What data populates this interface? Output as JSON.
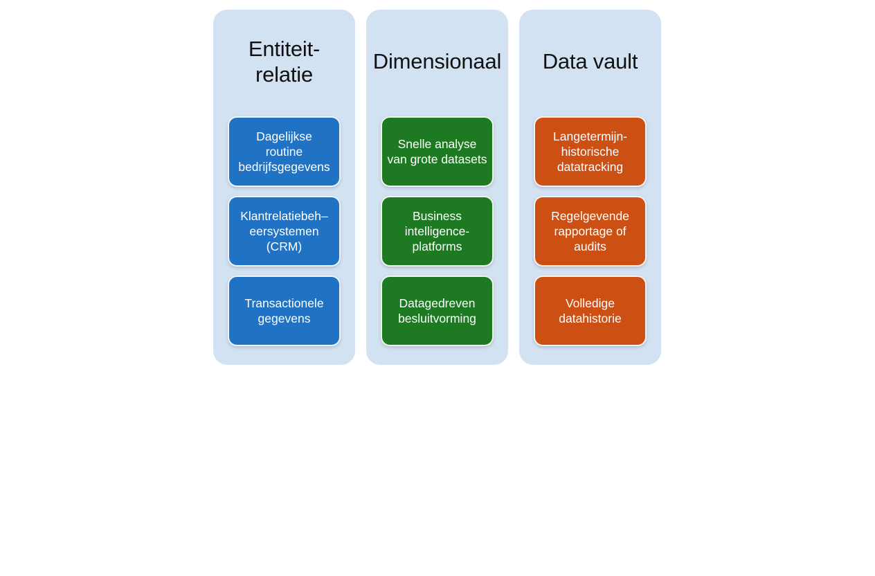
{
  "theme": {
    "page_background": "#ffffff",
    "panel_background": "#d3e2f2",
    "title_color": "#111111",
    "card_text_color": "#ffffff",
    "blue": "#1f72c4",
    "green": "#1d7a22",
    "orange": "#cc4f14"
  },
  "diagram": {
    "type": "three-column-comparison",
    "columns": [
      {
        "id": "entiteit-relatie",
        "title": "Entiteit-\nrelatie",
        "accent": "#1f72c4",
        "accent_name": "blue",
        "cards": [
          {
            "text": "Dagelijkse\nroutine\nbedrijfsgegevens"
          },
          {
            "text": "Klantrelatiebeh–\neersystemen\n(CRM)"
          },
          {
            "text": "Transactionele\ngegevens"
          }
        ]
      },
      {
        "id": "dimensionaal",
        "title": "Dimensionaal",
        "accent": "#1d7a22",
        "accent_name": "green",
        "cards": [
          {
            "text": "Snelle analyse\nvan grote datasets"
          },
          {
            "text": "Business\nintelligence-\nplatforms"
          },
          {
            "text": "Datagedreven\nbesluitvorming"
          }
        ]
      },
      {
        "id": "data-vault",
        "title": "Data vault",
        "accent": "#cc4f14",
        "accent_name": "orange",
        "cards": [
          {
            "text": "Langetermijn-\nhistorische\ndatatracking"
          },
          {
            "text": "Regelgevende\nrapportage of\naudits"
          },
          {
            "text": "Volledige\ndatahistorie"
          }
        ]
      }
    ]
  }
}
